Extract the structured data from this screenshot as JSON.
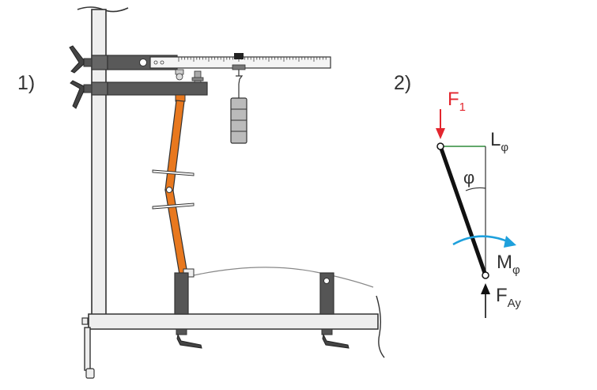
{
  "panel_1": {
    "label": "1)"
  },
  "panel_2": {
    "label": "2)",
    "force_top": {
      "symbol": "F",
      "subscript": "1"
    },
    "lever_arm": {
      "symbol": "L",
      "subscript": "φ"
    },
    "angle": {
      "symbol": "φ"
    },
    "moment": {
      "symbol": "M",
      "subscript": "φ"
    },
    "force_bottom": {
      "symbol": "F",
      "subscript": "Ay"
    }
  },
  "colors": {
    "orange_bar": "#e8781e",
    "force_red": "#e3262e",
    "lever_green": "#2e8b3a",
    "moment_blue": "#1ea0dc",
    "clamp_gray": "#555555",
    "frame_light": "#eeeeee"
  }
}
